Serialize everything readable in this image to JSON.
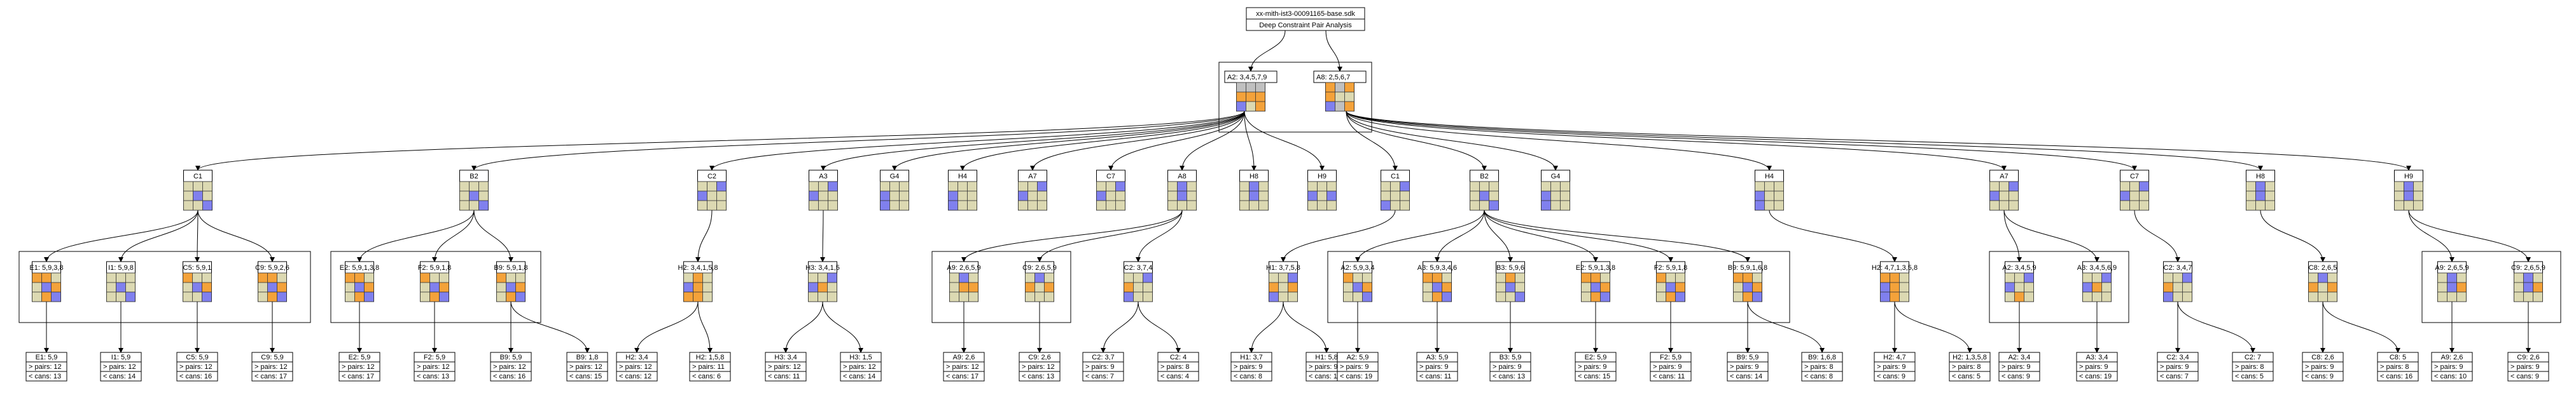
{
  "header": {
    "title": "xx-mith-ist3-00091165-base.sdk",
    "subtitle": "Deep Constraint Pair Analysis"
  },
  "colors": {
    "cell": "#dcd9b2",
    "orange": "#f4a23a",
    "purple": "#8080ee",
    "gray": "#c0c0c0",
    "line": "#000000"
  },
  "root_pair": [
    {
      "label": "A2: 3,4,5,7,9",
      "grid": "gggoooP.o"
    },
    {
      "label": "A8: 2,5,6,7",
      "grid": "ogoo..Pgo"
    }
  ],
  "level1": [
    {
      "label": "C1",
      "grid": "....P...P"
    },
    {
      "label": "B2",
      "grid": "....P...P"
    },
    {
      "label": "C2",
      "grid": "..PP....."
    },
    {
      "label": "A3",
      "grid": "..PP....."
    },
    {
      "label": "G4",
      "grid": "...P..P.."
    },
    {
      "label": "H4",
      "grid": "...P..P.."
    },
    {
      "label": "A7",
      "grid": "..PP....."
    },
    {
      "label": "C7",
      "grid": "..PP....."
    },
    {
      "label": "A8",
      "grid": ".P..P...."
    },
    {
      "label": "H8",
      "grid": ".P..P...."
    },
    {
      "label": "H9",
      "grid": "...P.P..."
    },
    {
      "label": "C1",
      "grid": "..P...P.."
    },
    {
      "label": "B2",
      "grid": "....P...P"
    },
    {
      "label": "G4",
      "grid": "...P..P.."
    },
    {
      "label": "H4",
      "grid": "...P..P.."
    },
    {
      "label": "A7",
      "grid": "..PP....."
    },
    {
      "label": "C7",
      "grid": "..PP....."
    },
    {
      "label": "H8",
      "grid": ".P..P...."
    },
    {
      "label": "H9",
      "grid": ".P..P...."
    }
  ],
  "level2": [
    {
      "label": "E1: 5,9,3,8",
      "grid": "oo..Po.oP"
    },
    {
      "label": "I1: 5,9,8",
      "grid": "....P...P"
    },
    {
      "label": "C5: 5,9,1",
      "grid": "o...Po..P"
    },
    {
      "label": "C9: 5,9,2,6",
      "grid": "oo..Po.oP"
    },
    {
      "label": "E2: 5,9,1,3,8",
      "grid": "oo..Po.oP"
    },
    {
      "label": "F2: 5,9,1,8",
      "grid": "o...Po.oP"
    },
    {
      "label": "B9: 5,9,1,8",
      "grid": "o...Po.oP"
    },
    {
      "label": "H2: 3,4,1,5,8",
      "grid": ".o.Po.oo."
    },
    {
      "label": "H3: 3,4,1,5",
      "grid": "..PPo...."
    },
    {
      "label": "A9: 2,6,5,9",
      "grid": ".P..oo..."
    },
    {
      "label": "C9: 2,6,5,9",
      "grid": ".P.o.o..."
    },
    {
      "label": "C2: 3,7,4",
      "grid": "..Po..P.."
    },
    {
      "label": "H1: 3,7,5,8",
      "grid": "..Po.oP.."
    },
    {
      "label": "A2: 5,9,3,4",
      "grid": "o...Po..P"
    },
    {
      "label": "A3: 5,9,3,4,6",
      "grid": "oo..Po.oP"
    },
    {
      "label": "B3: 5,9,6",
      "grid": ".o..P...P"
    },
    {
      "label": "E2: 5,9,1,3,8",
      "grid": "oo..Po.oP"
    },
    {
      "label": "F2: 5,9,1,8",
      "grid": "o...Po.oP"
    },
    {
      "label": "B9: 5,9,1,6,8",
      "grid": "oo..Po.oP"
    },
    {
      "label": "H2: 4,7,1,3,5,8",
      "grid": "oo.Po.Po."
    },
    {
      "label": "A2: 3,4,5,9",
      "grid": "..PP...o."
    },
    {
      "label": "A3: 3,4,5,6,9",
      "grid": "..PPo...."
    },
    {
      "label": "C2: 3,4,7",
      "grid": "..Po..P.."
    },
    {
      "label": "C8: 2,6,5",
      "grid": ".P.o.o..."
    },
    {
      "label": "A9: 2,6,5,9",
      "grid": ".P..Po..."
    },
    {
      "label": "C9: 2,6,5,9",
      "grid": ".P..Po..."
    }
  ],
  "leaves": [
    {
      "label": "E1: 5,9",
      "pairs": "> pairs: 12",
      "cans": "< cans: 13"
    },
    {
      "label": "I1: 5,9",
      "pairs": "> pairs: 12",
      "cans": "< cans: 14"
    },
    {
      "label": "C5: 5,9",
      "pairs": "> pairs: 12",
      "cans": "< cans: 16"
    },
    {
      "label": "C9: 5,9",
      "pairs": "> pairs: 12",
      "cans": "< cans: 17"
    },
    {
      "label": "E2: 5,9",
      "pairs": "> pairs: 12",
      "cans": "< cans: 17"
    },
    {
      "label": "F2: 5,9",
      "pairs": "> pairs: 12",
      "cans": "< cans: 13"
    },
    {
      "label": "B9: 5,9",
      "pairs": "> pairs: 12",
      "cans": "< cans: 16"
    },
    {
      "label": "B9: 1,8",
      "pairs": "> pairs: 12",
      "cans": "< cans: 15"
    },
    {
      "label": "H2: 3,4",
      "pairs": "> pairs: 12",
      "cans": "< cans: 12"
    },
    {
      "label": "H2: 1,5,8",
      "pairs": "> pairs: 11",
      "cans": "< cans: 6"
    },
    {
      "label": "H3: 3,4",
      "pairs": "> pairs: 12",
      "cans": "< cans: 11"
    },
    {
      "label": "H3: 1,5",
      "pairs": "> pairs: 12",
      "cans": "< cans: 14"
    },
    {
      "label": "A9: 2,6",
      "pairs": "> pairs: 12",
      "cans": "< cans: 17"
    },
    {
      "label": "C9: 2,6",
      "pairs": "> pairs: 12",
      "cans": "< cans: 13"
    },
    {
      "label": "C2: 3,7",
      "pairs": "> pairs: 9",
      "cans": "< cans: 7"
    },
    {
      "label": "C2: 4",
      "pairs": "> pairs: 8",
      "cans": "< cans: 4"
    },
    {
      "label": "H1: 3,7",
      "pairs": "> pairs: 9",
      "cans": "< cans: 8"
    },
    {
      "label": "H1: 5,8",
      "pairs": "> pairs: 9",
      "cans": "< cans: 10"
    },
    {
      "label": "A2: 5,9",
      "pairs": "> pairs: 9",
      "cans": "< cans: 19"
    },
    {
      "label": "A3: 5,9",
      "pairs": "> pairs: 9",
      "cans": "< cans: 11"
    },
    {
      "label": "B3: 5,9",
      "pairs": "> pairs: 9",
      "cans": "< cans: 13"
    },
    {
      "label": "E2: 5,9",
      "pairs": "> pairs: 9",
      "cans": "< cans: 15"
    },
    {
      "label": "F2: 5,9",
      "pairs": "> pairs: 9",
      "cans": "< cans: 11"
    },
    {
      "label": "B9: 5,9",
      "pairs": "> pairs: 9",
      "cans": "< cans: 14"
    },
    {
      "label": "B9: 1,6,8",
      "pairs": "> pairs: 8",
      "cans": "< cans: 8"
    },
    {
      "label": "H2: 4,7",
      "pairs": "> pairs: 9",
      "cans": "< cans: 9"
    },
    {
      "label": "H2: 1,3,5,8",
      "pairs": "> pairs: 8",
      "cans": "< cans: 5"
    },
    {
      "label": "A2: 3,4",
      "pairs": "> pairs: 9",
      "cans": "< cans: 9"
    },
    {
      "label": "A3: 3,4",
      "pairs": "> pairs: 9",
      "cans": "< cans: 19"
    },
    {
      "label": "C2: 3,4",
      "pairs": "> pairs: 9",
      "cans": "< cans: 7"
    },
    {
      "label": "C2: 7",
      "pairs": "> pairs: 8",
      "cans": "< cans: 5"
    },
    {
      "label": "C8: 2,6",
      "pairs": "> pairs: 9",
      "cans": "< cans: 9"
    },
    {
      "label": "C8: 5",
      "pairs": "> pairs: 8",
      "cans": "< cans: 16"
    },
    {
      "label": "A9: 2,6",
      "pairs": "> pairs: 9",
      "cans": "< cans: 10"
    },
    {
      "label": "C9: 2,6",
      "pairs": "> pairs: 9",
      "cans": "< cans: 9"
    }
  ]
}
